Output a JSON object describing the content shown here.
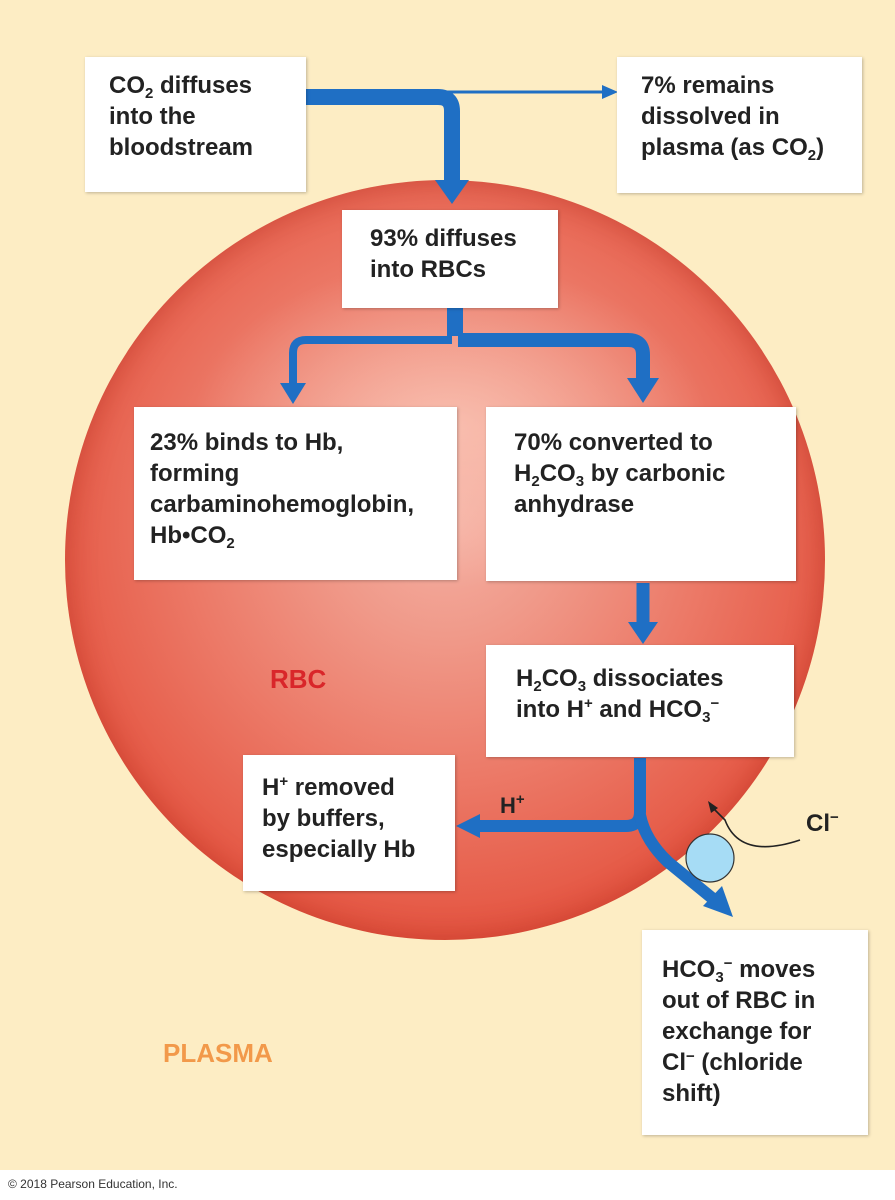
{
  "colors": {
    "plasma": "#fdedc4",
    "rbc": "#e4533f",
    "arrow": "#1f6fc4",
    "rbc_label": "#d9262a",
    "plasma_label": "#f2994a",
    "transporter": "#a6dcf5"
  },
  "boxes": {
    "co2_diffuses": {
      "lines": [
        "CO",
        "2",
        " diffuses",
        "into the",
        "bloodstream"
      ]
    },
    "remains_dissolved": {
      "lines": [
        "7% remains",
        "dissolved in",
        "plasma (as CO",
        "2",
        ")"
      ]
    },
    "diffuses_rbcs": {
      "lines": [
        "93% diffuses",
        "into RBCs"
      ]
    },
    "binds_hb": {
      "lines": [
        "23% binds to Hb,",
        "forming",
        "carbaminohemoglobin,",
        "Hb•CO",
        "2"
      ]
    },
    "converted": {
      "lines": [
        "70% converted to",
        "H",
        "2",
        "CO",
        "3",
        " by carbonic",
        "anhydrase"
      ]
    },
    "dissociates": {
      "lines": [
        "H",
        "2",
        "CO",
        "3",
        " dissociates",
        "into H",
        "+",
        " and HCO",
        "3",
        "−"
      ]
    },
    "h_removed": {
      "lines": [
        "H",
        "+",
        " removed",
        "by buffers,",
        "especially Hb"
      ]
    },
    "hco3_moves": {
      "lines": [
        "HCO",
        "3",
        "−",
        " moves",
        "out of RBC in",
        "exchange for",
        "Cl",
        "−",
        " (chloride",
        "shift)"
      ]
    }
  },
  "labels": {
    "rbc": "RBC",
    "plasma": "PLASMA",
    "h_plus": "H",
    "h_plus_sup": "+",
    "cl": "Cl",
    "cl_sup": "−"
  },
  "copyright": "© 2018 Pearson Education, Inc."
}
